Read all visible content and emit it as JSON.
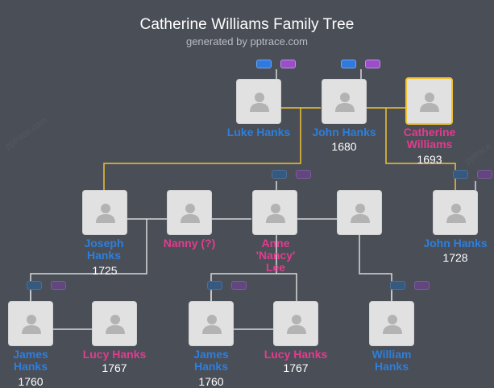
{
  "header": {
    "title": "Catherine Williams Family Tree",
    "subtitle": "generated by pptrace.com"
  },
  "colors": {
    "male": "#2d7fdc",
    "female": "#e23c8e",
    "highlight_line": "#f1c232",
    "line": "#d8d8d8",
    "background": "#4a4e57"
  },
  "people": [
    {
      "id": "luke",
      "name": "Luke Hanks",
      "year": "",
      "gender": "male"
    },
    {
      "id": "john1680",
      "name": "John Hanks",
      "year": "1680",
      "gender": "male"
    },
    {
      "id": "catherine",
      "name": "Catherine Williams",
      "year": "1693",
      "gender": "female",
      "selected": true
    },
    {
      "id": "joseph",
      "name": "Joseph Hanks",
      "year": "1725",
      "gender": "male"
    },
    {
      "id": "nanny",
      "name": "Nanny (?)",
      "year": "",
      "gender": "female"
    },
    {
      "id": "anne",
      "name": "Anne 'Nancy' Lee",
      "year": "",
      "gender": "female"
    },
    {
      "id": "unknown",
      "name": "",
      "year": "",
      "gender": "unknown"
    },
    {
      "id": "john1728",
      "name": "John Hanks",
      "year": "1728",
      "gender": "male"
    },
    {
      "id": "james1",
      "name": "James Hanks",
      "year": "1760",
      "gender": "male"
    },
    {
      "id": "lucy1",
      "name": "Lucy Hanks",
      "year": "1767",
      "gender": "female"
    },
    {
      "id": "james2",
      "name": "James Hanks",
      "year": "1760",
      "gender": "male"
    },
    {
      "id": "lucy2",
      "name": "Lucy Hanks",
      "year": "1767",
      "gender": "female"
    },
    {
      "id": "william",
      "name": "William Hanks",
      "year": "",
      "gender": "male"
    }
  ]
}
